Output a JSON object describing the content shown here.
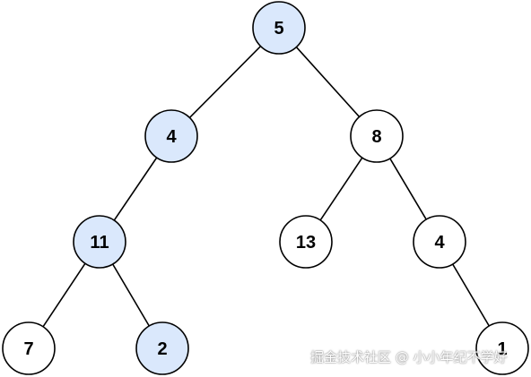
{
  "colors": {
    "highlight_fill": "#dae8fc",
    "normal_fill": "#ffffff",
    "stroke": "#000000"
  },
  "tree": {
    "nodes": [
      {
        "id": "n1",
        "label": "5",
        "highlighted": true
      },
      {
        "id": "n2",
        "label": "4",
        "highlighted": true
      },
      {
        "id": "n3",
        "label": "8",
        "highlighted": false
      },
      {
        "id": "n4",
        "label": "11",
        "highlighted": true
      },
      {
        "id": "n5",
        "label": "13",
        "highlighted": false
      },
      {
        "id": "n6",
        "label": "4",
        "highlighted": false
      },
      {
        "id": "n7",
        "label": "7",
        "highlighted": false
      },
      {
        "id": "n8",
        "label": "2",
        "highlighted": true
      },
      {
        "id": "n9",
        "label": "1",
        "highlighted": false
      }
    ],
    "edges": [
      {
        "from": "n1",
        "to": "n2"
      },
      {
        "from": "n1",
        "to": "n3"
      },
      {
        "from": "n2",
        "to": "n4"
      },
      {
        "from": "n3",
        "to": "n5"
      },
      {
        "from": "n3",
        "to": "n6"
      },
      {
        "from": "n4",
        "to": "n7"
      },
      {
        "from": "n4",
        "to": "n8"
      },
      {
        "from": "n6",
        "to": "n9"
      }
    ]
  },
  "watermark": {
    "text": "掘金技术社区 @ 小小年纪不学好"
  }
}
